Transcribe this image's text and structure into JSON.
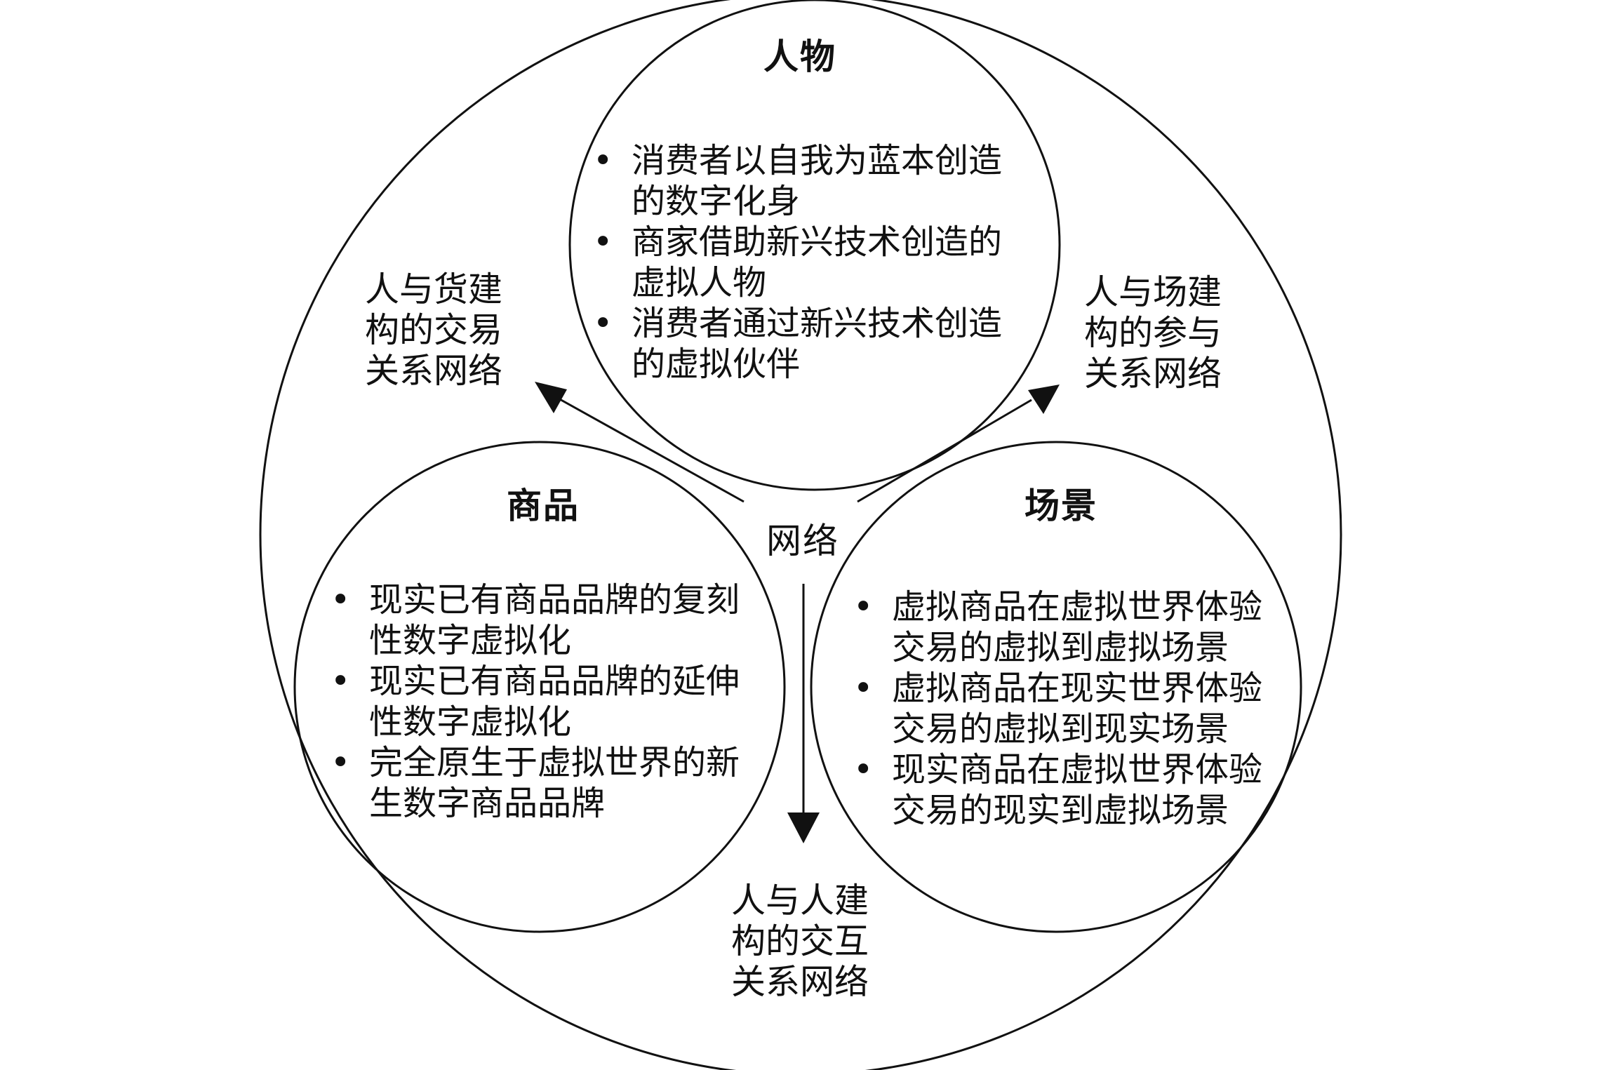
{
  "top_circle": {
    "title": "人物",
    "items": [
      {
        "line1": "消费者以自我为蓝本创造",
        "line2": "的数字化身"
      },
      {
        "line1": "商家借助新兴技术创造的",
        "line2": "虚拟人物"
      },
      {
        "line1": "消费者通过新兴技术创造",
        "line2": "的虚拟伙伴"
      }
    ]
  },
  "left_circle": {
    "title": "商品",
    "items": [
      {
        "line1": "现实已有商品品牌的复刻",
        "line2": "性数字虚拟化"
      },
      {
        "line1": "现实已有商品品牌的延伸",
        "line2": "性数字虚拟化"
      },
      {
        "line1": "完全原生于虚拟世界的新",
        "line2": "生数字商品品牌"
      }
    ]
  },
  "right_circle": {
    "title": "场景",
    "items": [
      {
        "line1": "虚拟商品在虚拟世界体验",
        "line2": "交易的虚拟到虚拟场景"
      },
      {
        "line1": "虚拟商品在现实世界体验",
        "line2": "交易的虚拟到现实场景"
      },
      {
        "line1": "现实商品在虚拟世界体验",
        "line2": "交易的现实到虚拟场景"
      }
    ]
  },
  "center_label": "网络",
  "arrow_labels": {
    "left": {
      "line1": "人与货建",
      "line2": "构的交易",
      "line3": "关系网络"
    },
    "right": {
      "line1": "人与场建",
      "line2": "构的参与",
      "line3": "关系网络"
    },
    "bottom": {
      "line1": "人与人建",
      "line2": "构的交互",
      "line3": "关系网络"
    }
  },
  "colors": {
    "stroke": "#111111",
    "background": "#ffffff"
  }
}
